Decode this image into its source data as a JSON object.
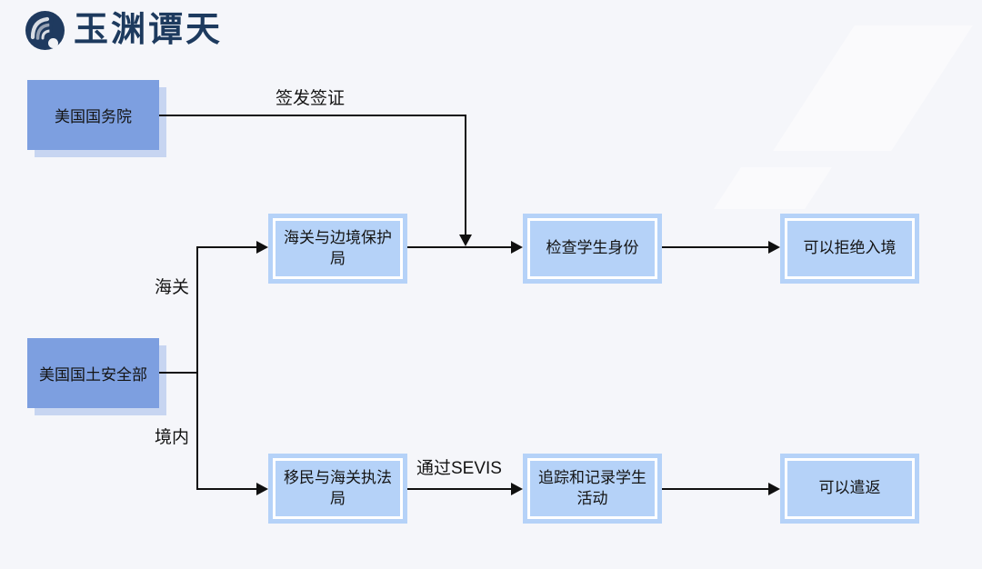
{
  "page": {
    "background_color": "#f5f6fa"
  },
  "brand": {
    "logo_text": "玉渊谭天",
    "logo_color": "#1d3a5e",
    "logo_icon": "wave-circle-icon"
  },
  "flowchart": {
    "nodes": {
      "state_dept": {
        "label": "美国国务院",
        "style": "solid-blue"
      },
      "dhs": {
        "label": "美国国土安全部",
        "style": "solid-blue"
      },
      "cbp": {
        "label": "海关与边境保护局",
        "style": "light-blue"
      },
      "check_student": {
        "label": "检查学生身份",
        "style": "light-blue"
      },
      "deny_entry": {
        "label": "可以拒绝入境",
        "style": "light-blue"
      },
      "ice": {
        "label": "移民与海关执法局",
        "style": "light-blue"
      },
      "track_student": {
        "label": "追踪和记录学生活动",
        "style": "light-blue"
      },
      "deport": {
        "label": "可以遣返",
        "style": "light-blue"
      }
    },
    "edge_labels": {
      "issue_visa": "签发签证",
      "customs": "海关",
      "domestic": "境内",
      "via_sevis": "通过SEVIS"
    },
    "edges": [
      {
        "from": "state_dept",
        "to": "check_student",
        "label": "签发签证"
      },
      {
        "from": "dhs",
        "to": "cbp",
        "label": "海关"
      },
      {
        "from": "dhs",
        "to": "ice",
        "label": "境内"
      },
      {
        "from": "cbp",
        "to": "check_student",
        "label": ""
      },
      {
        "from": "check_student",
        "to": "deny_entry",
        "label": ""
      },
      {
        "from": "ice",
        "to": "track_student",
        "label": "通过SEVIS"
      },
      {
        "from": "track_student",
        "to": "deport",
        "label": ""
      }
    ],
    "colors": {
      "solid_box_fill": "#7d9fe0",
      "solid_box_shadow": "#c7d5f1",
      "light_box_fill": "#b5d2f8",
      "light_box_border": "#ffffff",
      "connector": "#101010",
      "text": "#141414"
    }
  }
}
